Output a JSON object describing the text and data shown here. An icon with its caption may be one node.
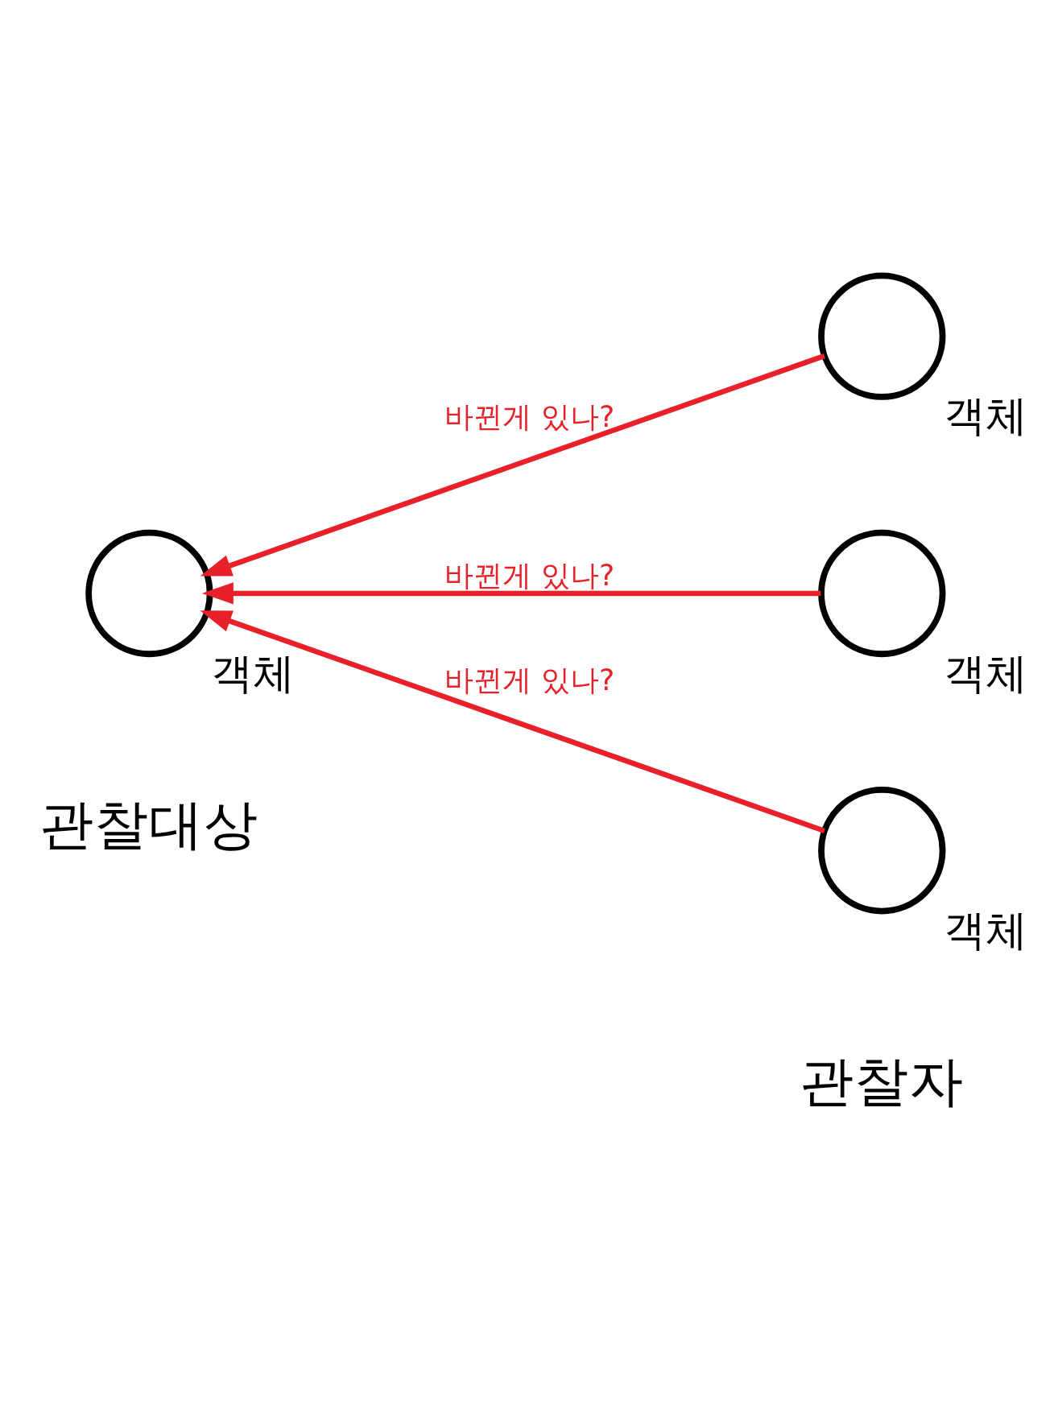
{
  "diagram": {
    "nodes": [
      {
        "text": [],
        "shape": "circle",
        "beside": [
          "객체"
        ]
      },
      {
        "text": [],
        "shape": "circle",
        "beside": [
          "객체"
        ]
      },
      {
        "text": [],
        "shape": "circle",
        "beside": [
          "객체"
        ]
      },
      {
        "text": [],
        "shape": "circle",
        "beside": [
          "객체"
        ]
      }
    ],
    "edges": [
      {
        "from": 1,
        "to": 0,
        "arrow": "to",
        "label": "바뀐게 있나?",
        "color": "#e8202a"
      },
      {
        "from": 2,
        "to": 0,
        "arrow": "to",
        "label": "바뀐게 있나?",
        "color": "#e8202a"
      },
      {
        "from": 3,
        "to": 0,
        "arrow": "to",
        "label": "바뀐게 있나?",
        "color": "#e8202a"
      }
    ],
    "labels": [
      "관찰대상",
      "관찰자"
    ]
  }
}
